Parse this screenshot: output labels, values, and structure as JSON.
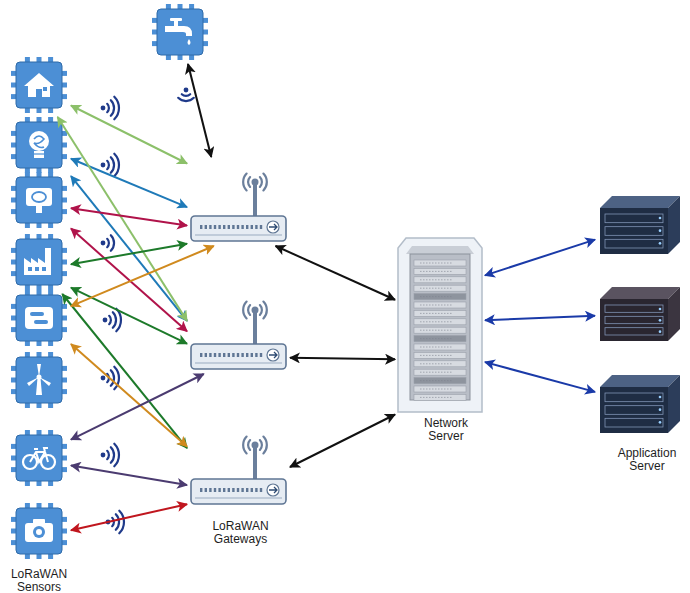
{
  "diagram": {
    "nodes": [
      {
        "text": []
      },
      {
        "text": []
      },
      {
        "text": []
      },
      {
        "text": []
      },
      {
        "text": []
      },
      {
        "text": []
      },
      {
        "text": []
      },
      {
        "text": []
      },
      {
        "text": [
          "LoRaWAN Sensors"
        ]
      },
      {
        "text": []
      },
      {
        "text": []
      },
      {
        "text": [
          "LoRaWAN Gateways"
        ]
      },
      {
        "text": [
          "Network Server"
        ]
      },
      {
        "text": []
      },
      {
        "text": []
      },
      {
        "text": [
          "Application Server"
        ]
      }
    ],
    "edges": [
      {
        "from": 0,
        "to": 9,
        "arrow": "both"
      },
      {
        "from": 1,
        "to": 9,
        "arrow": "both"
      },
      {
        "from": 2,
        "to": 9,
        "arrow": "both"
      },
      {
        "from": 2,
        "to": 10,
        "arrow": "both"
      },
      {
        "from": 1,
        "to": 10,
        "arrow": "both"
      },
      {
        "from": 3,
        "to": 9,
        "arrow": "both"
      },
      {
        "from": 3,
        "to": 10,
        "arrow": "both"
      },
      {
        "from": 4,
        "to": 9,
        "arrow": "both"
      },
      {
        "from": 4,
        "to": 10,
        "arrow": "both"
      },
      {
        "from": 4,
        "to": 11,
        "arrow": "both"
      },
      {
        "from": 5,
        "to": 9,
        "arrow": "both"
      },
      {
        "from": 5,
        "to": 11,
        "arrow": "both"
      },
      {
        "from": 7,
        "to": 10,
        "arrow": "both"
      },
      {
        "from": 7,
        "to": 11,
        "arrow": "both"
      },
      {
        "from": 8,
        "to": 11,
        "arrow": "both"
      },
      {
        "from": 9,
        "to": 12,
        "arrow": "both"
      },
      {
        "from": 10,
        "to": 12,
        "arrow": "both"
      },
      {
        "from": 11,
        "to": 12,
        "arrow": "both"
      },
      {
        "from": 12,
        "to": 13,
        "arrow": "both"
      },
      {
        "from": 12,
        "to": 14,
        "arrow": "both"
      },
      {
        "from": 12,
        "to": 15,
        "arrow": "both"
      }
    ]
  }
}
